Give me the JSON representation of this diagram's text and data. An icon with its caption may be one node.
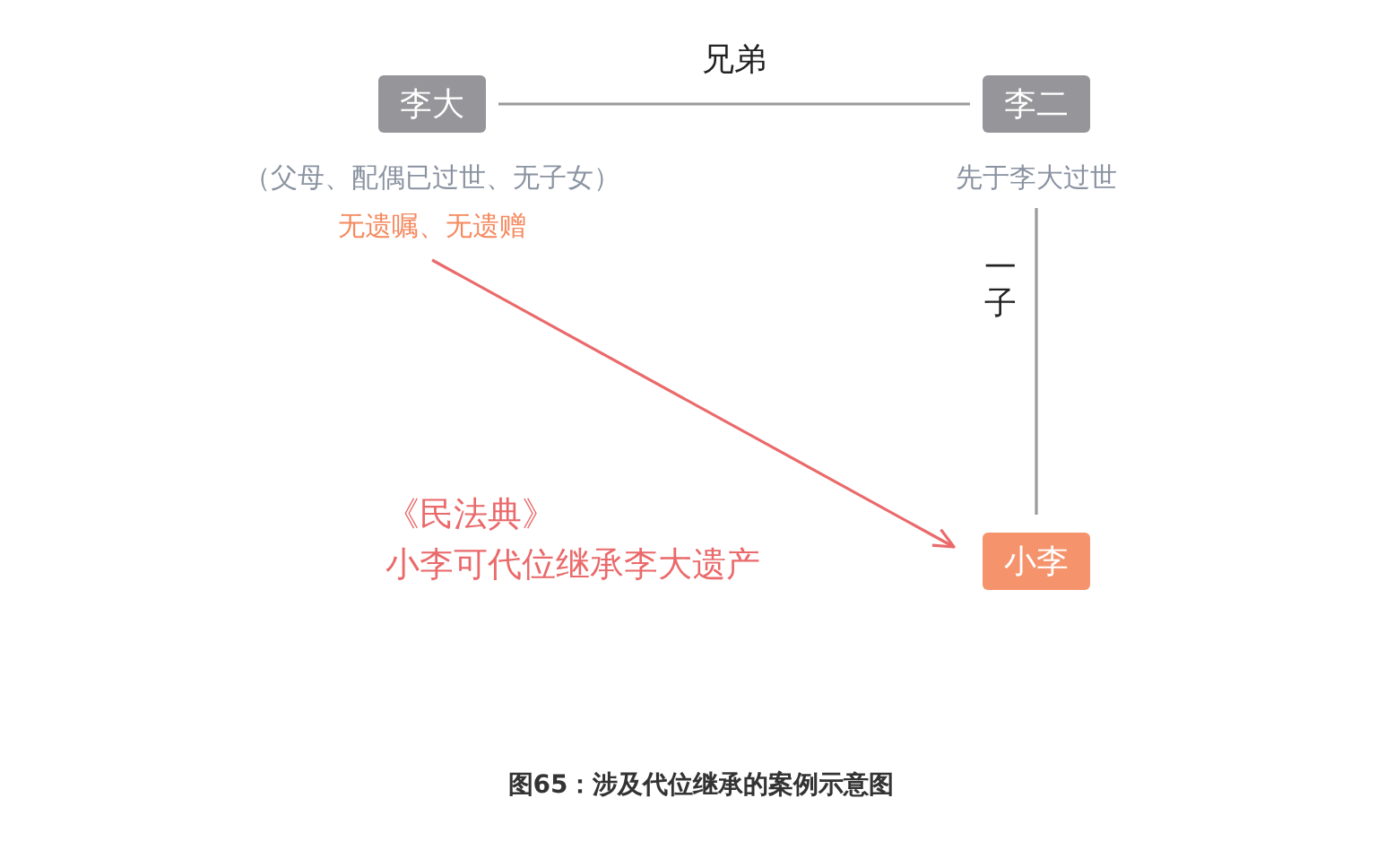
{
  "diagram": {
    "caption": "图65：涉及代位继承的案例示意图",
    "nodes": [
      {
        "text": [
          "李大"
        ],
        "beside": [
          "（父母、配偶已过世、无子女）",
          "无遗嘱、无遗赠"
        ]
      },
      {
        "text": [
          "李二"
        ],
        "beside": [
          "先于李大过世"
        ]
      },
      {
        "text": [
          "小李"
        ]
      }
    ],
    "edges": [
      {
        "from": 0,
        "to": 1,
        "arrow": "none",
        "label": "兄弟"
      },
      {
        "from": 1,
        "to": 2,
        "arrow": "none",
        "label": "一子"
      },
      {
        "from": 0,
        "to": 2,
        "arrow": "to",
        "color": "#ea6a6b"
      }
    ],
    "labels": [
      "《民法典》",
      "小李可代位继承李大遗产"
    ]
  }
}
